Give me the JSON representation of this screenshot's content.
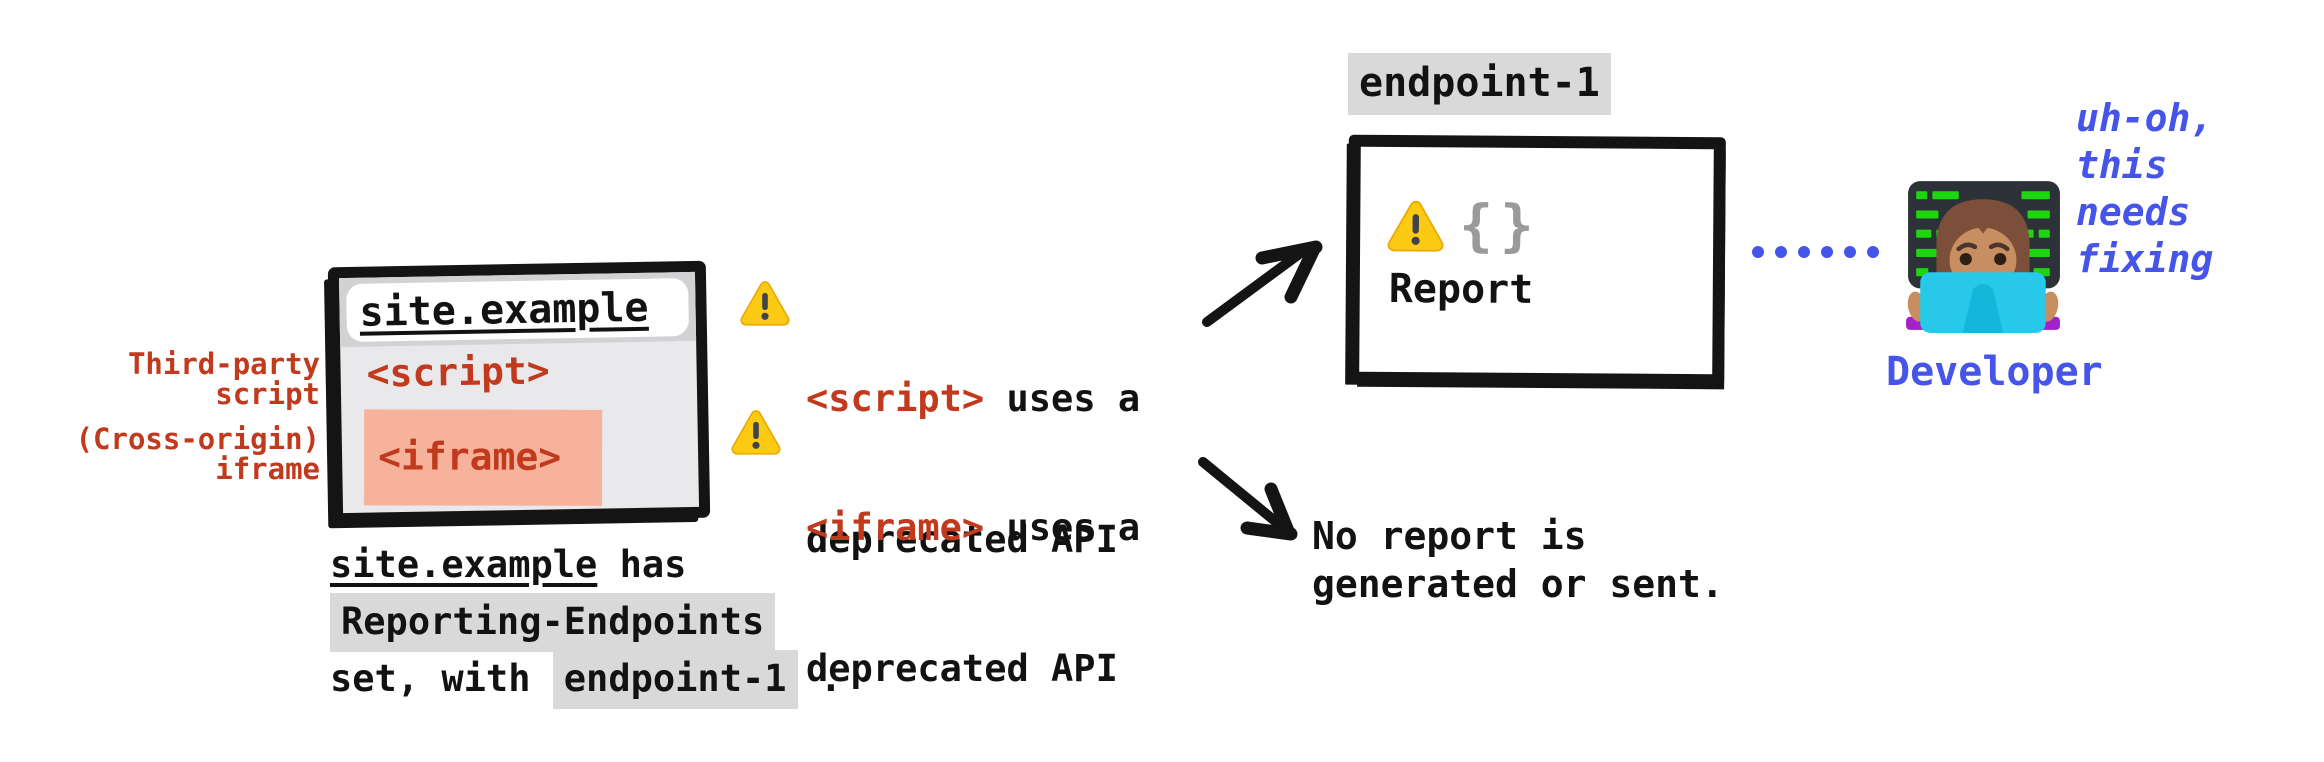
{
  "colors": {
    "red_accent": "#c13a1d",
    "salmon_highlight": "#f7b29c",
    "code_background": "#d9d9d9",
    "blue_accent": "#4554e9",
    "browser_body": "#e9e9eb",
    "browser_header": "#d2d2d5",
    "ink_black": "#141414",
    "brace_gray": "#9a9a9a",
    "warning_yellow": "#fcca12"
  },
  "browser": {
    "label_third_party": "Third-party\nscript",
    "label_cross_origin": "(Cross-origin)\niframe",
    "title": "site.example",
    "script_tag": "<script>",
    "iframe_tag": "<iframe>"
  },
  "caption": {
    "site": "site.example",
    "after_site": " has",
    "header_name": "Reporting-Endpoints",
    "line3_pre": "set, with ",
    "endpoint": "endpoint-1",
    "line3_post": " ."
  },
  "warnings": [
    {
      "icon": "warning-triangle-icon",
      "tag": "<script>",
      "rest": " uses a",
      "line2": "deprecated API"
    },
    {
      "icon": "warning-triangle-icon",
      "tag": "<iframe>",
      "rest": " uses a",
      "line2": "deprecated API"
    }
  ],
  "endpoint_box": {
    "label": "endpoint-1",
    "icon": "warning-triangle-icon",
    "braces": "{}",
    "report_label": "Report"
  },
  "no_report_text": "No report is\ngenerated or sent.",
  "developer": {
    "emoji": "woman-technologist-emoji",
    "thought": "uh-oh,\nthis\nneeds\nfixing",
    "label": "Developer"
  }
}
